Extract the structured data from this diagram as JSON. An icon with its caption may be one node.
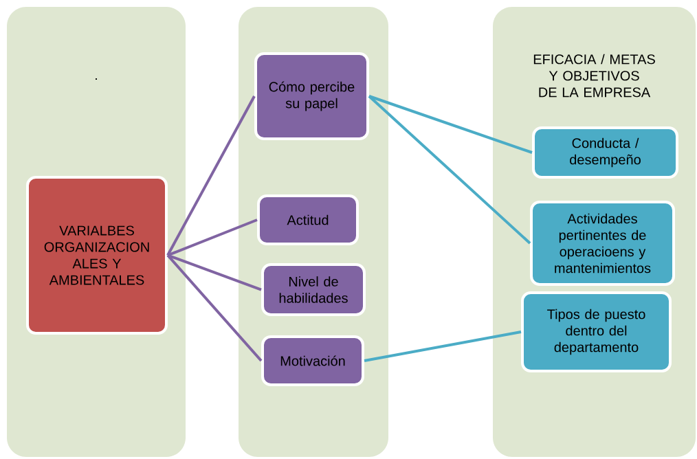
{
  "diagram": {
    "nodes": [
      {
        "text": [
          "."
        ]
      },
      {
        "text": [
          "VARIALBES ORGANIZACION ALES Y AMBIENTALES"
        ],
        "in": 0
      },
      {
        "text": [],
        "shape": "box"
      },
      {
        "text": [
          "Cómo percibe su papel"
        ],
        "in": 2
      },
      {
        "text": [
          "Actitud"
        ],
        "in": 2
      },
      {
        "text": [
          "Nivel de habilidades"
        ],
        "in": 2
      },
      {
        "text": [
          "Motivación"
        ],
        "in": 2
      },
      {
        "text": [
          "EFICACIA / METAS Y OBJETIVOS DE LA EMPRESA"
        ]
      },
      {
        "text": [
          "Conducta / desempeño"
        ],
        "in": 7
      },
      {
        "text": [
          "Actividades pertinentes de operacioens y mantenimientos"
        ],
        "in": 7
      },
      {
        "text": [
          "Tipos de puesto dentro del departamento"
        ],
        "in": 7
      }
    ],
    "edges": [
      {
        "from": 1,
        "to": 3,
        "arrow": "none"
      },
      {
        "from": 1,
        "to": 4,
        "arrow": "none"
      },
      {
        "from": 1,
        "to": 5,
        "arrow": "none"
      },
      {
        "from": 1,
        "to": 6,
        "arrow": "none"
      },
      {
        "from": 3,
        "to": 8,
        "arrow": "none",
        "color": "#4bacc6"
      },
      {
        "from": 3,
        "to": 9,
        "arrow": "none",
        "color": "#4bacc6"
      },
      {
        "from": 6,
        "to": 10,
        "arrow": "none",
        "color": "#4bacc6"
      }
    ]
  }
}
